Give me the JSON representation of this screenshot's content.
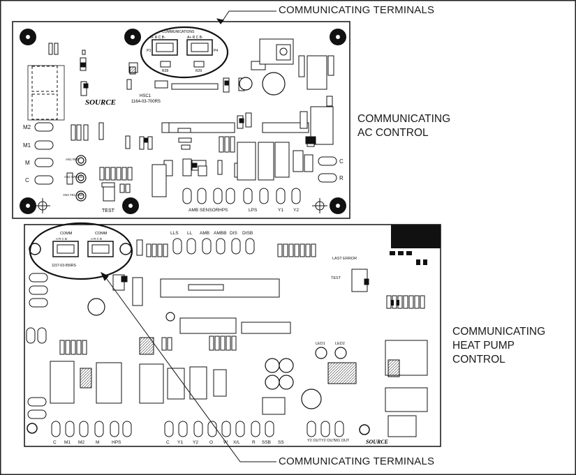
{
  "callouts": {
    "top_terminals": "COMMUNICATING TERMINALS",
    "bottom_terminals": "COMMUNICATING TERMINALS"
  },
  "side_labels": {
    "ac_control": [
      "COMMUNICATING",
      "AC CONTROL"
    ],
    "heat_pump_control": [
      "COMMUNICATING",
      "HEAT PUMP",
      "CONTROL"
    ]
  },
  "ac_board": {
    "conn_header": "COMMUNICATIONS",
    "pin_labels_left": "A+ R C B-",
    "pin_labels_right": "A+ R C B-",
    "p3": "P3",
    "p4": "P4",
    "r28": "R28",
    "r29": "R29",
    "part_no_top": "HSC1",
    "part_no": "1164-03-700RS",
    "brand": "SOURCE",
    "left_terms": [
      "M2",
      "M1",
      "M",
      "C"
    ],
    "right_terms": [
      "C",
      "R"
    ],
    "leds": [
      "AN1 RED",
      "AN2 GREEN",
      "AN3 YELLOW"
    ],
    "test": "TEST",
    "bottom_terms": [
      "AMB SENSOR",
      "HPS",
      "LPS",
      "Y1",
      "Y2"
    ]
  },
  "hp_board": {
    "conn_left": "COMM",
    "conn_right": "COMM",
    "pins_left": "A R C B",
    "pins_right": "A R C B",
    "part_no": "1157-03-556RS",
    "top_terms": [
      "LLS",
      "LL",
      "AMB",
      "AMBB",
      "DIS",
      "DISB"
    ],
    "reset": "LAST ERROR",
    "leds": [
      "LED1",
      "LED2"
    ],
    "test": "TEST",
    "bottom_terms": [
      "C",
      "M1",
      "M2",
      "M",
      "HPS",
      "C",
      "Y1",
      "Y2",
      "O",
      "W",
      "X/L",
      "R",
      "SSB",
      "SS",
      "Y2 OUT",
      "Y2 OUT",
      "W1 OUT"
    ],
    "brand": "SOURCE"
  }
}
